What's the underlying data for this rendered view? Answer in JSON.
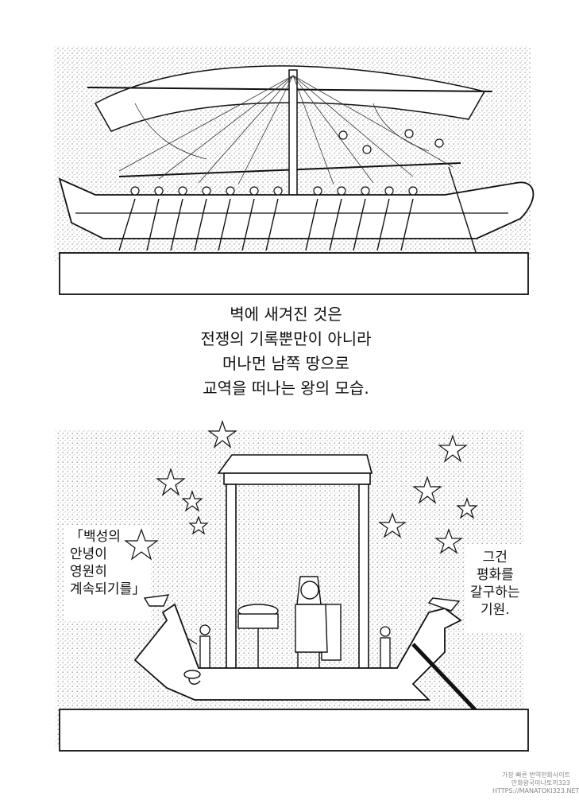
{
  "narration": {
    "lines": [
      "벽에 새겨진 것은",
      "전쟁의 기록뿐만이 아니라",
      "머나먼 남쪽 땅으로",
      "교역을 떠나는 왕의 모습."
    ]
  },
  "left_caption": {
    "lines": [
      "「백성의",
      "안녕이",
      "영원히",
      "계속되기를」"
    ]
  },
  "right_caption": {
    "lines": [
      "그건",
      "평화를",
      "갈구하는",
      "기원."
    ]
  },
  "watermark": {
    "lines": [
      "가장 빠른 번역만화사이트",
      "만화왕국마나토끼323",
      "HTTPS://MANATOKI323.NET"
    ]
  },
  "colors": {
    "ink": "#111111",
    "stipple": "#bdbdbd",
    "paper": "#ffffff"
  }
}
